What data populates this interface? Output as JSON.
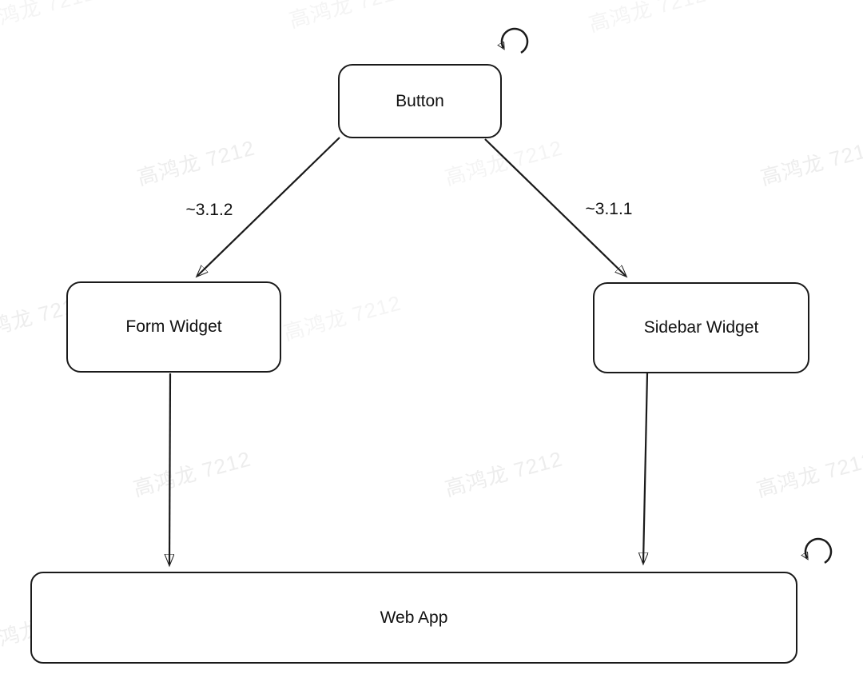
{
  "diagram": {
    "type": "dependency-graph",
    "nodes": [
      {
        "id": "button",
        "label": "Button",
        "self_loop_icon": true
      },
      {
        "id": "form-widget",
        "label": "Form Widget",
        "self_loop_icon": false
      },
      {
        "id": "sidebar-widget",
        "label": "Sidebar Widget",
        "self_loop_icon": false
      },
      {
        "id": "web-app",
        "label": "Web App",
        "self_loop_icon": true
      }
    ],
    "edges": [
      {
        "from": "Button",
        "to": "Form Widget",
        "label": "~3.1.2"
      },
      {
        "from": "Button",
        "to": "Sidebar Widget",
        "label": "~3.1.1"
      },
      {
        "from": "Form Widget",
        "to": "Web App",
        "label": ""
      },
      {
        "from": "Sidebar Widget",
        "to": "Web App",
        "label": ""
      }
    ],
    "icons": [
      {
        "name": "circular-arrow-icon",
        "meaning": "self-reference / circular loop",
        "glyph": "↺"
      }
    ]
  },
  "watermark": {
    "text": "高鸿龙 7212"
  },
  "colors": {
    "background": "#ffffff",
    "node_fill": "#ffffff",
    "node_border": "#1a1a1a",
    "edge": "#1a1a1a",
    "text": "#111111",
    "watermark": "#ededed"
  }
}
